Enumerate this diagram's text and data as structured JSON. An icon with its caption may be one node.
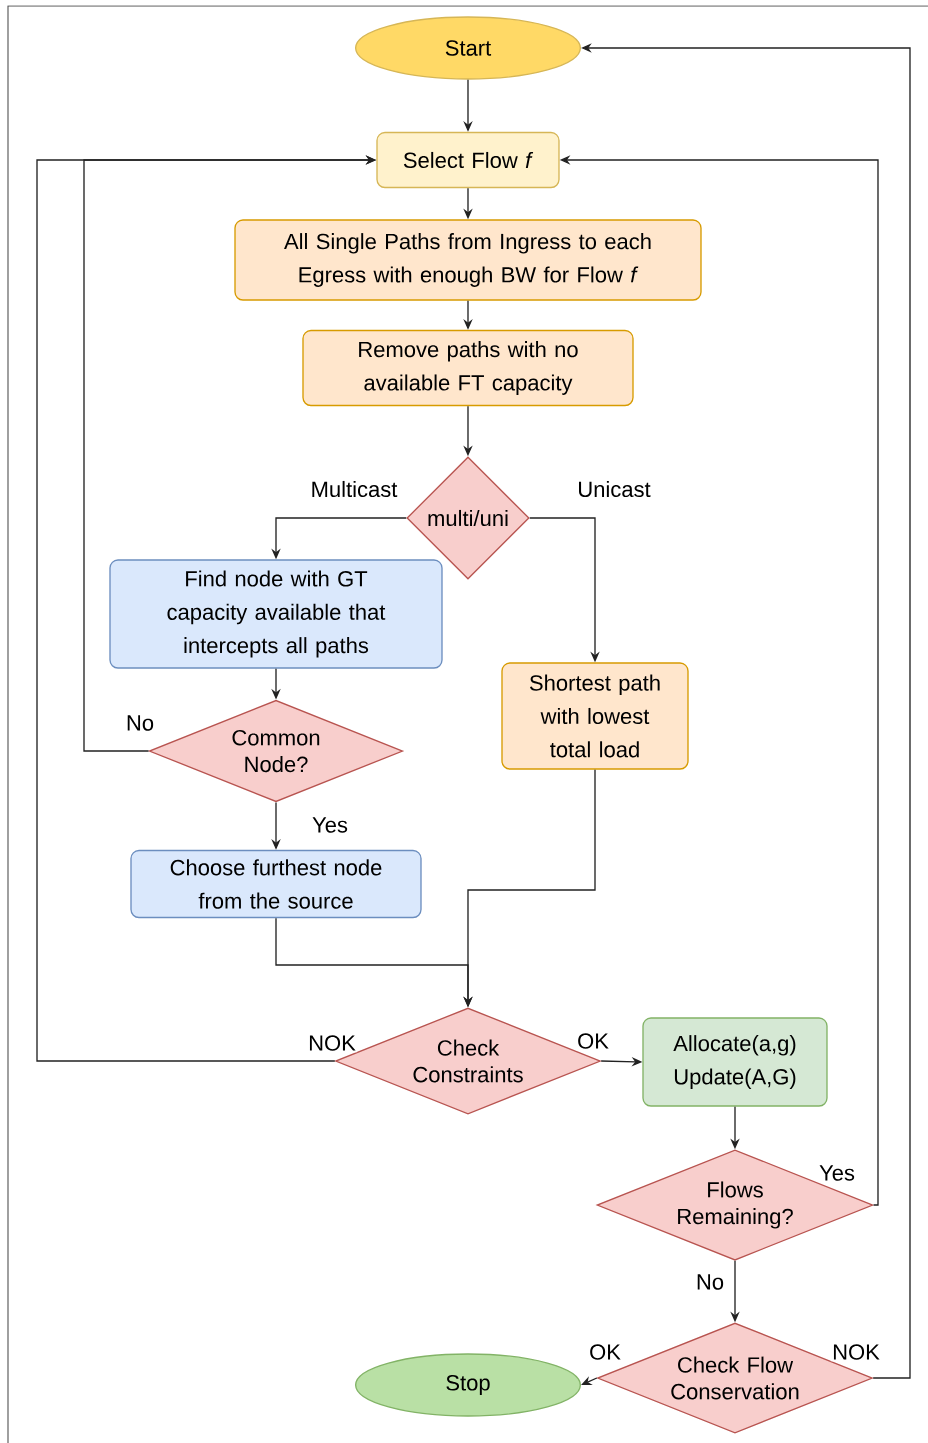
{
  "diagram": {
    "nodes": [
      {
        "text": [
          "Start"
        ]
      },
      {
        "text": [
          "Select Flow *f*"
        ]
      },
      {
        "text": [
          "All Single Paths from Ingress to each Egress with enough BW for Flow *f*"
        ]
      },
      {
        "text": [
          "Remove paths with no available FT capacity"
        ]
      },
      {
        "text": [
          "multi/uni"
        ]
      },
      {
        "text": [
          "Find node with GT capacity available that intercepts all paths"
        ]
      },
      {
        "text": [
          "Shortest path with lowest total load"
        ]
      },
      {
        "text": [
          "Common Node?"
        ]
      },
      {
        "text": [
          "Choose furthest node from the source"
        ]
      },
      {
        "text": [
          "Check Constraints"
        ]
      },
      {
        "text": [
          "Allocate(a,g)",
          "Update(A,G)"
        ]
      },
      {
        "text": [
          "Flows Remaining?"
        ]
      },
      {
        "text": [
          "Check Flow Conservation"
        ]
      },
      {
        "text": [
          "Stop"
        ]
      }
    ],
    "edges": [
      {
        "from": 0,
        "to": 1,
        "arrow": "to"
      },
      {
        "from": 1,
        "to": 2,
        "arrow": "to"
      },
      {
        "from": 2,
        "to": 3,
        "arrow": "to"
      },
      {
        "from": 3,
        "to": 4,
        "arrow": "to"
      },
      {
        "from": 4,
        "to": 5,
        "arrow": "to",
        "label": "Multicast"
      },
      {
        "from": 4,
        "to": 6,
        "arrow": "to",
        "label": "Unicast"
      },
      {
        "from": 5,
        "to": 7,
        "arrow": "to"
      },
      {
        "from": 7,
        "to": 8,
        "arrow": "to",
        "label": "Yes"
      },
      {
        "from": 7,
        "to": 1,
        "arrow": "to",
        "label": "No"
      },
      {
        "from": 6,
        "to": 9,
        "arrow": "to"
      },
      {
        "from": 8,
        "to": 9,
        "arrow": "to"
      },
      {
        "from": 9,
        "to": 10,
        "arrow": "to",
        "label": "OK"
      },
      {
        "from": 9,
        "to": 1,
        "arrow": "to",
        "label": "NOK"
      },
      {
        "from": 10,
        "to": 11,
        "arrow": "to"
      },
      {
        "from": 11,
        "to": 1,
        "arrow": "to",
        "label": "Yes"
      },
      {
        "from": 11,
        "to": 12,
        "arrow": "to",
        "label": "No"
      },
      {
        "from": 12,
        "to": 13,
        "arrow": "to",
        "label": "OK"
      },
      {
        "from": 12,
        "to": 0,
        "arrow": "to",
        "label": "NOK"
      }
    ]
  }
}
